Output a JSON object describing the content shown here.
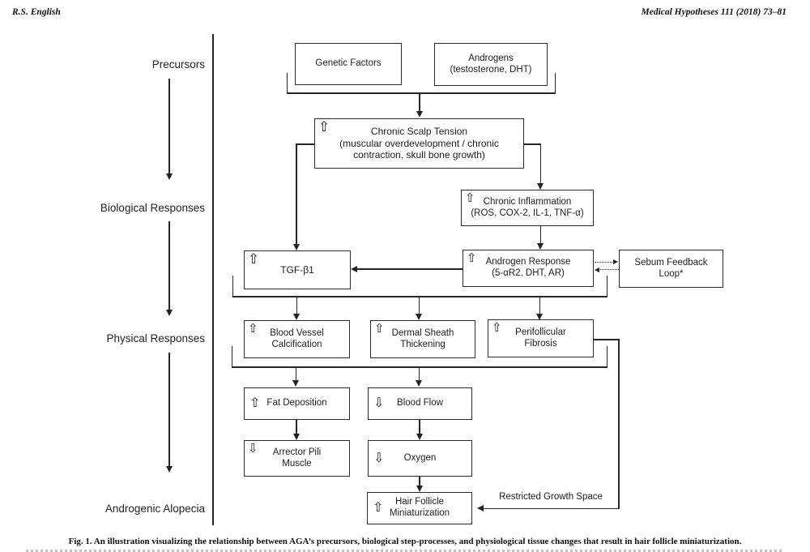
{
  "page": {
    "header_left": "R.S. English",
    "header_right": "Medical Hypotheses 111 (2018) 73–81"
  },
  "icons": {
    "up": "⇧",
    "down": "⇩"
  },
  "stages": {
    "precursors": "Precursors",
    "biological": "Biological Responses",
    "physical": "Physical Responses",
    "alopecia": "Androgenic Alopecia"
  },
  "boxes": {
    "genetic_factors": {
      "l1": "Genetic Factors"
    },
    "androgens": {
      "l1": "Androgens",
      "l2": "(testosterone, DHT)"
    },
    "chronic_scalp_tension": {
      "l1": "Chronic Scalp Tension",
      "l2": "(muscular overdevelopment / chronic",
      "l3": "contraction, skull bone growth)"
    },
    "chronic_inflammation": {
      "l1": "Chronic Inflammation",
      "l2": "(ROS, COX-2, IL-1, TNF-α)"
    },
    "androgen_response": {
      "l1": "Androgen Response",
      "l2": "(5-αR2, DHT, AR)"
    },
    "sebum_feedback": {
      "l1": "Sebum Feedback",
      "l2": "Loop*"
    },
    "tgf_b1": {
      "l1": "TGF-β1"
    },
    "blood_vessel_calcification": {
      "l1": "Blood Vessel",
      "l2": "Calcification"
    },
    "dermal_sheath_thickening": {
      "l1": "Dermal Sheath",
      "l2": "Thickening"
    },
    "perifollicular_fibrosis": {
      "l1": "Perifollicular",
      "l2": "Fibrosis"
    },
    "fat_deposition": {
      "l1": "Fat Deposition"
    },
    "blood_flow": {
      "l1": "Blood Flow"
    },
    "arrector_pili": {
      "l1": "Arrector Pili",
      "l2": "Muscle"
    },
    "oxygen": {
      "l1": "Oxygen"
    },
    "hair_follicle_miniaturization": {
      "l1": "Hair Follicle",
      "l2": "Miniaturization"
    }
  },
  "annotations": {
    "restricted_growth_space": "Restricted Growth Space"
  },
  "caption": {
    "label": "Fig. 1.",
    "text": "An illustration visualizing the relationship between AGA’s precursors, biological step-processes, and physiological tissue changes that result in hair follicle miniaturization."
  }
}
